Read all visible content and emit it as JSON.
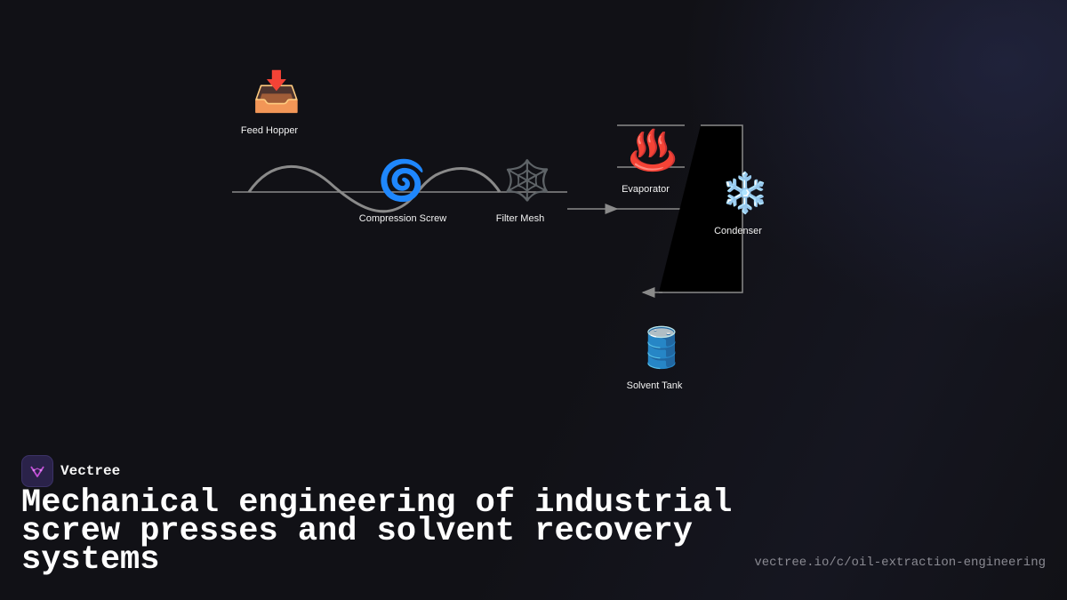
{
  "nodes": {
    "feed_hopper": {
      "label": "Feed Hopper",
      "icon": "inbox-tray-icon",
      "glyph": "📥"
    },
    "compression_screw": {
      "label": "Compression Screw",
      "icon": "cyclone-icon",
      "glyph": "🌀"
    },
    "filter_mesh": {
      "label": "Filter Mesh",
      "icon": "spider-web-icon",
      "glyph": "🕸️"
    },
    "evaporator": {
      "label": "Evaporator",
      "icon": "hot-springs-icon",
      "glyph": "♨️"
    },
    "condenser": {
      "label": "Condenser",
      "icon": "snowflake-icon",
      "glyph": "❄️"
    },
    "solvent_tank": {
      "label": "Solvent Tank",
      "icon": "oil-drum-icon",
      "glyph": "🛢️"
    }
  },
  "brand": {
    "name": "Vectree"
  },
  "title": "Mechanical engineering of industrial screw presses and solvent recovery systems",
  "url": "vectree.io/c/oil-extraction-engineering",
  "colors": {
    "background": "#111116",
    "line": "#8a8a8a",
    "brand_accent": "#c04fd6"
  }
}
